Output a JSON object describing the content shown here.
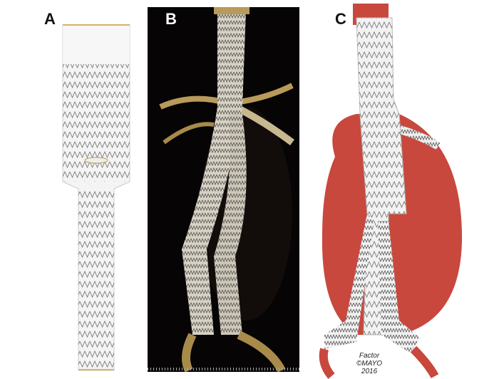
{
  "panels": [
    {
      "label": "A"
    },
    {
      "label": "B"
    },
    {
      "label": "C"
    }
  ],
  "signature": {
    "line1": "Factor",
    "line2": "©MAYO",
    "line3": "2016"
  },
  "colors": {
    "aorta": "#c8483e",
    "stent_graft": "#f2f2f2",
    "ct_background": "#060404",
    "vessel_ct": "#b89a5a"
  }
}
